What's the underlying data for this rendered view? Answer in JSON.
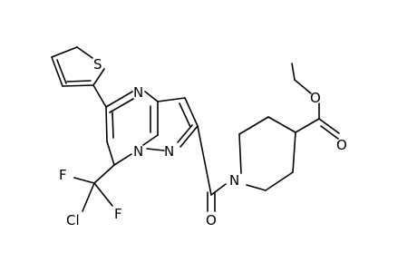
{
  "molecule": {
    "atoms": {
      "thiophene_s": "S",
      "pyrimidine_n": "N",
      "bridgehead_n": "N",
      "pyrazole_n": "N",
      "piperidine_n": "N",
      "amide_o": "O",
      "ester_o_carbonyl": "O",
      "ester_o_ether": "O",
      "fluorine_top": "F",
      "fluorine_right": "F",
      "chlorine": "Cl"
    }
  }
}
